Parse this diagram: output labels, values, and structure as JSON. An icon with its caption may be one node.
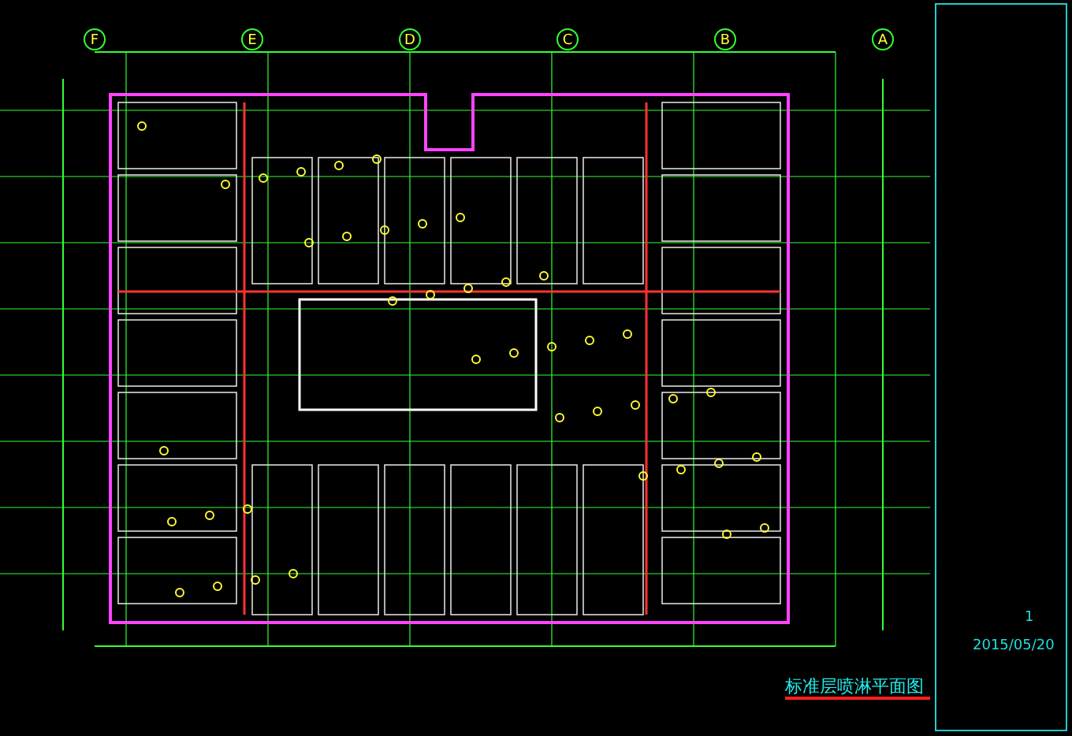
{
  "diagram": {
    "title": "标准层喷淋平面图",
    "labels": [
      "F",
      "E",
      "D",
      "C",
      "B",
      "A",
      "2015/05/20",
      "1"
    ]
  }
}
